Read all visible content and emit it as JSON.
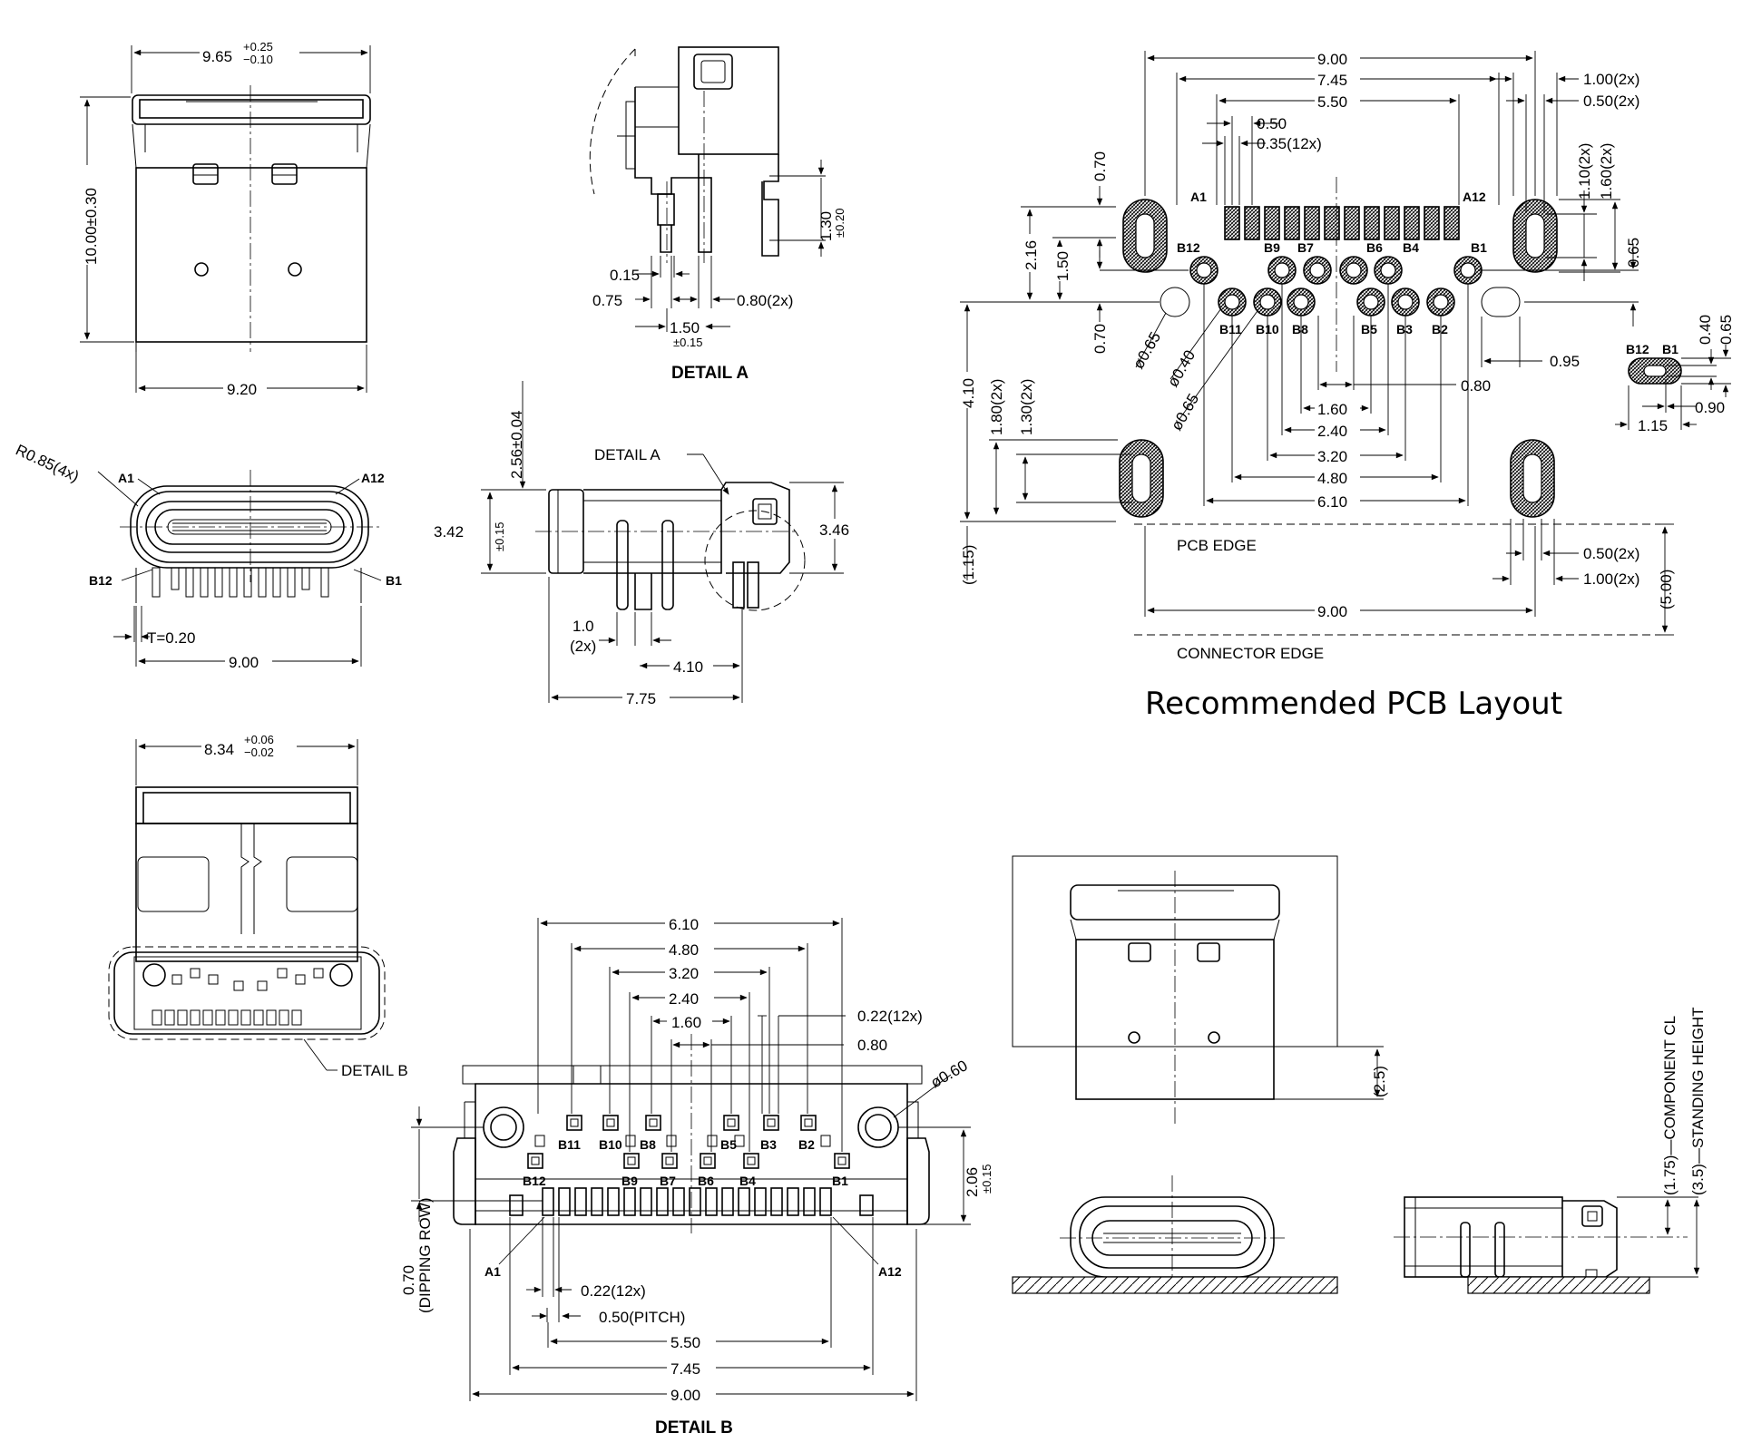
{
  "views": {
    "top": {
      "w_top": "9.65",
      "tol_top_up": "+0.25",
      "tol_top_dn": "−0.10",
      "height": "10.00±0.30",
      "w_bottom": "9.20"
    },
    "front": {
      "radius": "R0.85(4x)",
      "a1": "A1",
      "a12": "A12",
      "b12": "B12",
      "b1": "B1",
      "thick": "T=0.20",
      "width": "9.00"
    },
    "detail_a": {
      "d015": "0.15",
      "d075": "0.75",
      "d150": "1.50",
      "d150_tol": "±0.15",
      "d080": "0.80(2x)",
      "d130": "1.30",
      "d130_tol": "±0.20",
      "title": "DETAIL A"
    },
    "side": {
      "d256": "2.56±0.04",
      "detail_label": "DETAIL A",
      "d342": "3.42",
      "tol015": "±0.15",
      "d346": "3.46",
      "d10": "1.0",
      "d10b": "(2x)",
      "d410": "4.10",
      "d775": "7.75"
    },
    "bottom": {
      "w": "8.34",
      "tol_up": "+0.06",
      "tol_dn": "−0.02",
      "detail_b": "DETAIL B"
    },
    "detail_b": {
      "d610": "6.10",
      "d480": "4.80",
      "d320": "3.20",
      "d240": "2.40",
      "d160": "1.60",
      "d022": "0.22(12x)",
      "d080": "0.80",
      "d060": "ø0.60",
      "b11": "B11",
      "b10": "B10",
      "b8": "B8",
      "b5": "B5",
      "b3": "B3",
      "b2": "B2",
      "b12": "B12",
      "b9": "B9",
      "b7": "B7",
      "b6": "B6",
      "b4": "B4",
      "b1": "B1",
      "a1": "A1",
      "a12": "A12",
      "d070": "0.70",
      "dipping": "(DIPPING ROW)",
      "d206": "2.06",
      "tol015": "±0.15",
      "d022b": "0.22(12x)",
      "pitch": "0.50(PITCH)",
      "d550": "5.50",
      "d745": "7.45",
      "d900": "9.00",
      "title": "DETAIL B"
    },
    "pcb": {
      "d900": "9.00",
      "d745": "7.45",
      "d550": "5.50",
      "d050": "0.50",
      "d035": "0.35(12x)",
      "d100_2x": "1.00(2x)",
      "d050_2x": "0.50(2x)",
      "d110": "1.10(2x)",
      "d160_2x": "1.60(2x)",
      "a1": "A1",
      "a12": "A12",
      "d070a": "0.70",
      "d216": "2.16",
      "d150": "1.50",
      "d070b": "0.70",
      "d065r": "0.65",
      "d065d": "ø0.65",
      "d040": "ø0.40",
      "d065e": "ø0.65",
      "b12": "B12",
      "b9": "B9",
      "b7": "B7",
      "b6": "B6",
      "b4": "B4",
      "b1": "B1",
      "b11": "B11",
      "b10": "B10",
      "b8": "B8",
      "b5": "B5",
      "b3": "B3",
      "b2": "B2",
      "d095": "0.95",
      "d080": "0.80",
      "d160": "1.60",
      "d240": "2.40",
      "d320": "3.20",
      "d480": "4.80",
      "d610": "6.10",
      "d410": "4.10",
      "d180": "1.80(2x)",
      "d130": "1.30(2x)",
      "d115": "(1.15)",
      "pcb_edge": "PCB EDGE",
      "d050_2x_b": "0.50(2x)",
      "d100_2x_b": "1.00(2x)",
      "d500": "(5.00)",
      "d900b": "9.00",
      "connector_edge": "CONNECTOR EDGE",
      "inset_b12": "B12",
      "inset_b1": "B1",
      "inset_040": "0.40",
      "inset_065": "0.65",
      "inset_090": "0.90",
      "inset_115": "1.15",
      "title": "Recommended PCB Layout"
    },
    "mounted": {
      "d25": "(2.5)",
      "cl": "(1.75)—COMPONENT CL",
      "sh": "(3.5)—STANDING HEIGHT"
    }
  }
}
